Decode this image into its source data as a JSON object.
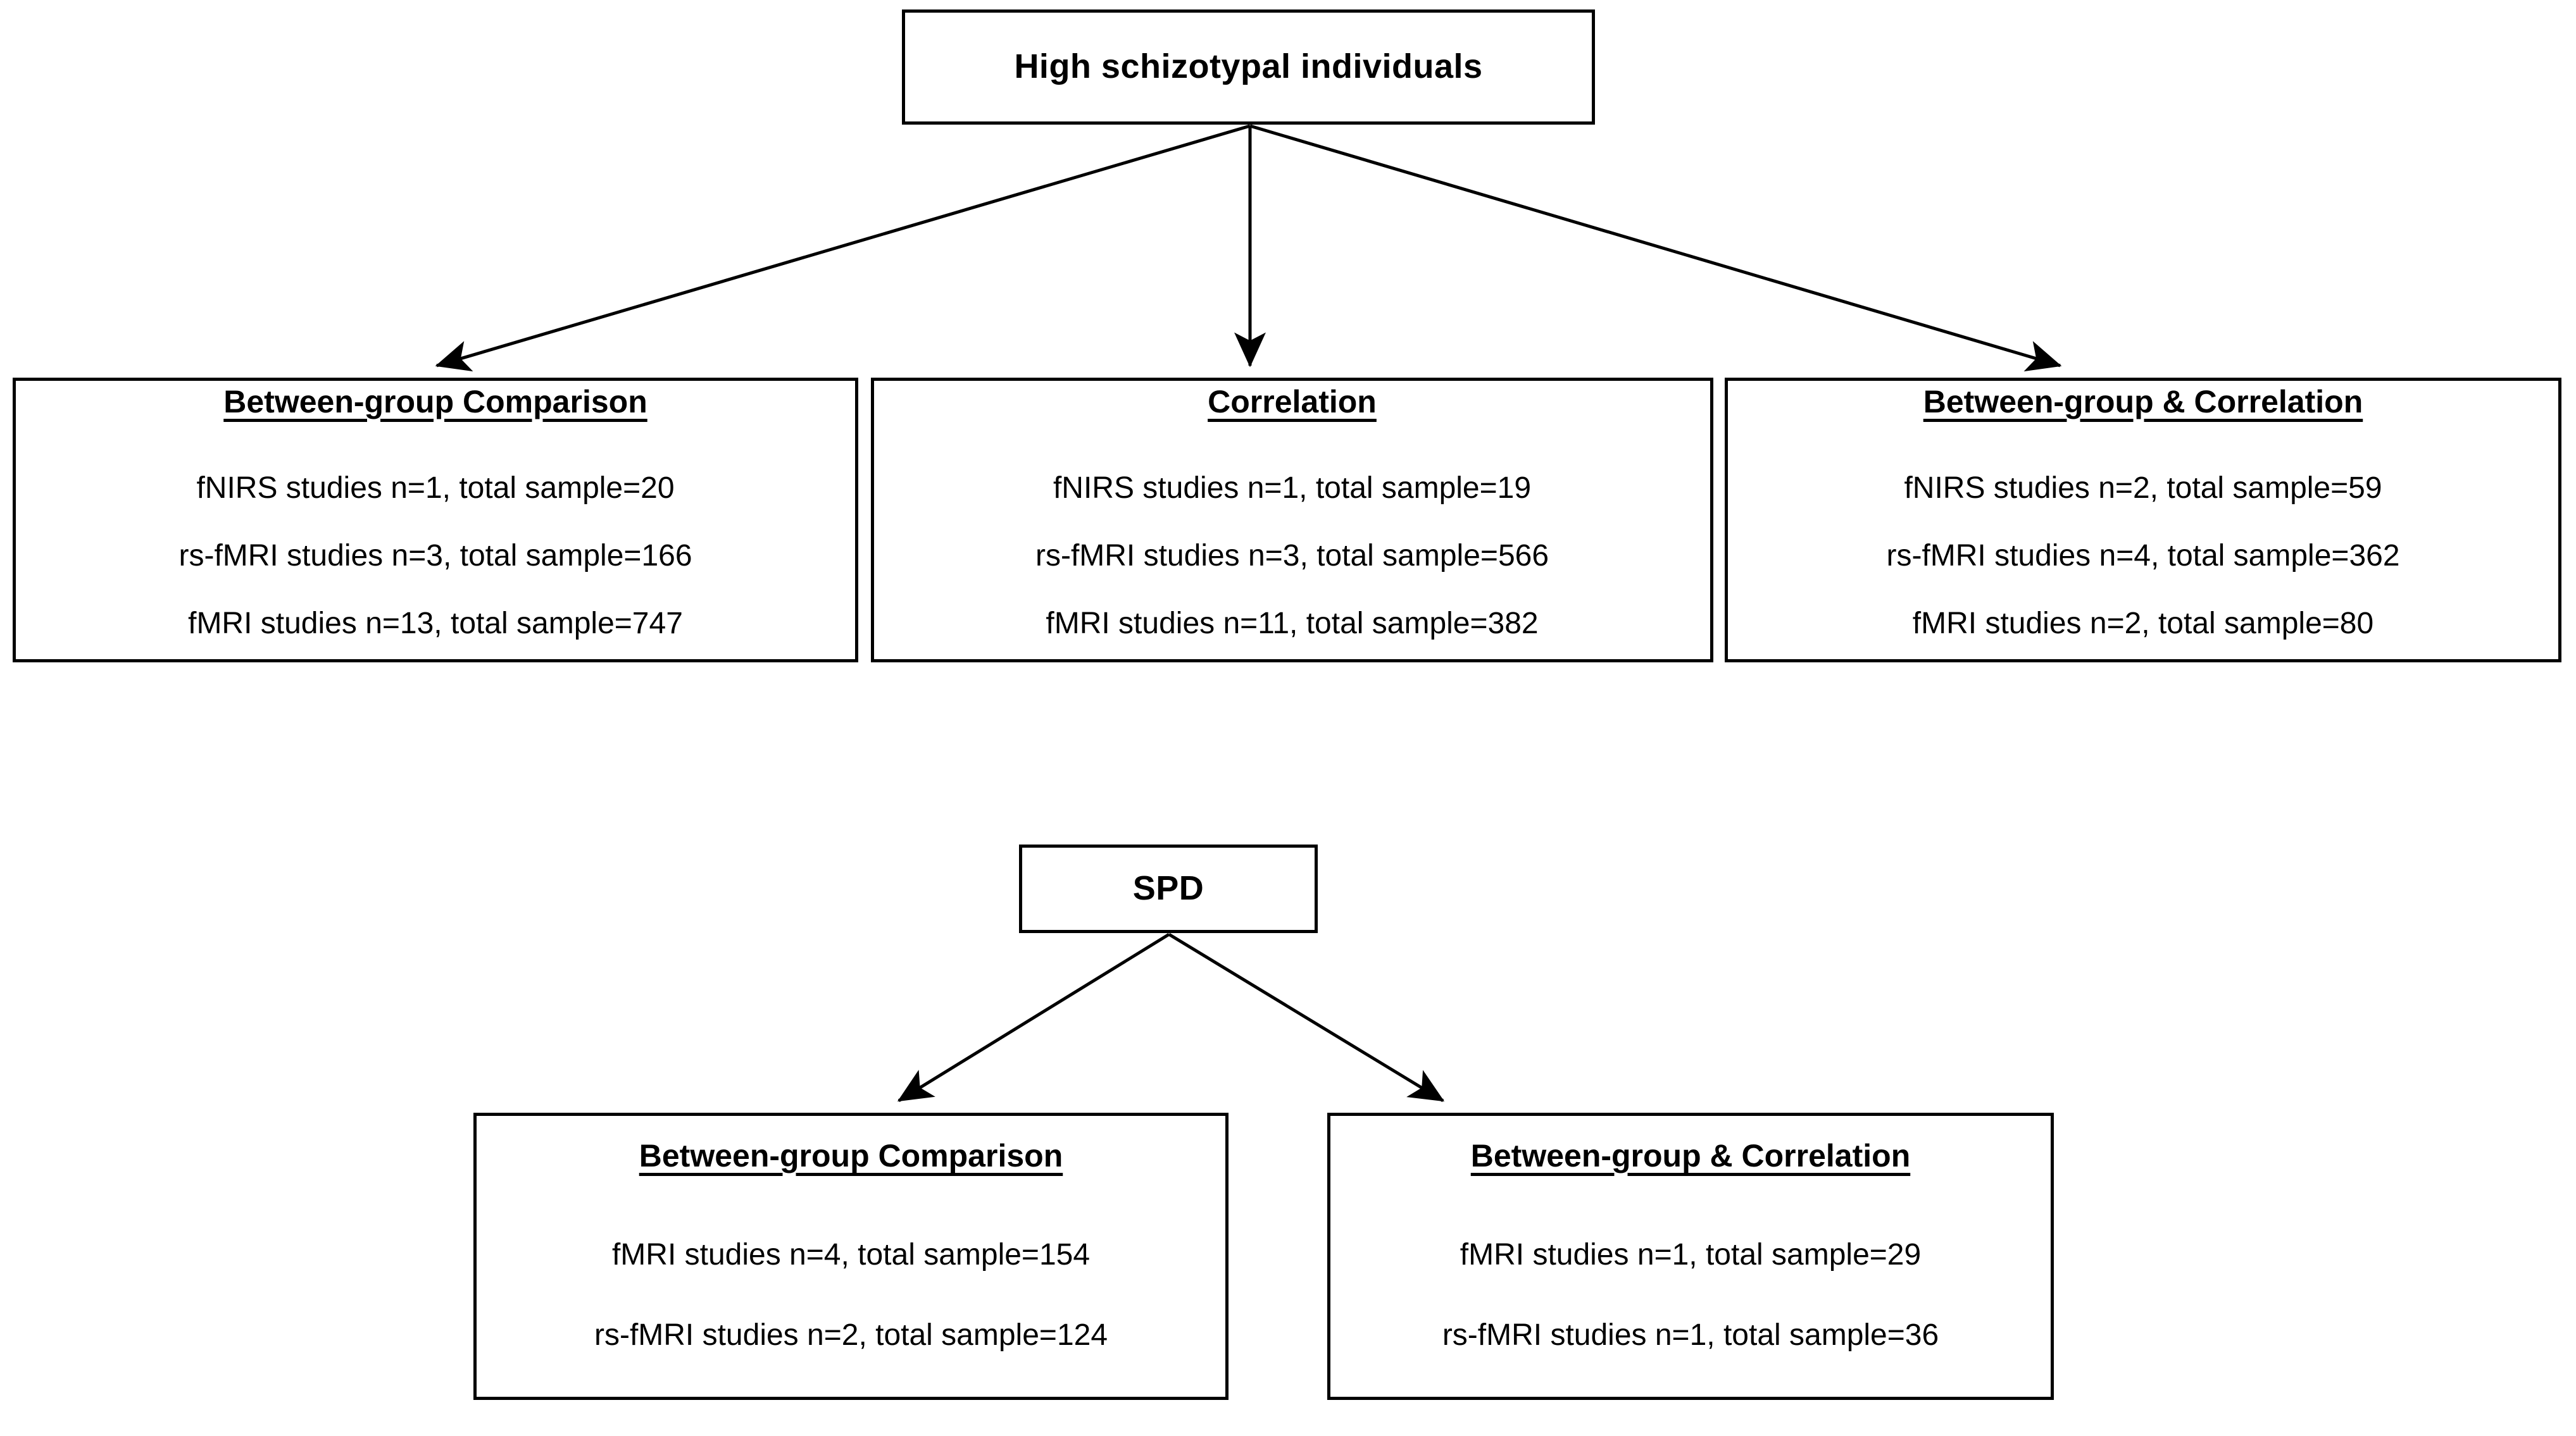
{
  "diagram": {
    "title_root_top": "High schizotypal individuals",
    "title_root_bottom": "SPD",
    "line_color": "#000000",
    "background": "#ffffff"
  },
  "nodes": {
    "root_top": {
      "label": "High schizotypal individuals"
    },
    "root_bottom": {
      "label": "SPD"
    },
    "hs_between_group": {
      "title": "Between-group Comparison",
      "lines": [
        "fNIRS studies n=1, total sample=20",
        "rs-fMRI studies n=3, total sample=166",
        "fMRI studies n=13, total sample=747"
      ]
    },
    "hs_correlation": {
      "title": "Correlation",
      "lines": [
        "fNIRS studies n=1, total sample=19",
        "rs-fMRI studies n=3, total sample=566",
        "fMRI studies n=11, total sample=382"
      ]
    },
    "hs_between_and_correlation": {
      "title": "Between-group & Correlation",
      "lines": [
        "fNIRS studies n=2, total sample=59",
        "rs-fMRI studies n=4, total sample=362",
        "fMRI studies n=2, total sample=80"
      ]
    },
    "spd_between_group": {
      "title": "Between-group Comparison",
      "lines": [
        "fMRI studies n=4, total sample=154",
        "rs-fMRI studies n=2, total sample=124"
      ]
    },
    "spd_between_and_correlation": {
      "title": "Between-group & Correlation",
      "lines": [
        "fMRI studies n=1, total sample=29",
        "rs-fMRI studies n=1, total sample=36"
      ]
    }
  },
  "edges": [
    {
      "from": "root_top",
      "to": "hs_between_group"
    },
    {
      "from": "root_top",
      "to": "hs_correlation"
    },
    {
      "from": "root_top",
      "to": "hs_between_and_correlation"
    },
    {
      "from": "root_bottom",
      "to": "spd_between_group"
    },
    {
      "from": "root_bottom",
      "to": "spd_between_and_correlation"
    }
  ]
}
